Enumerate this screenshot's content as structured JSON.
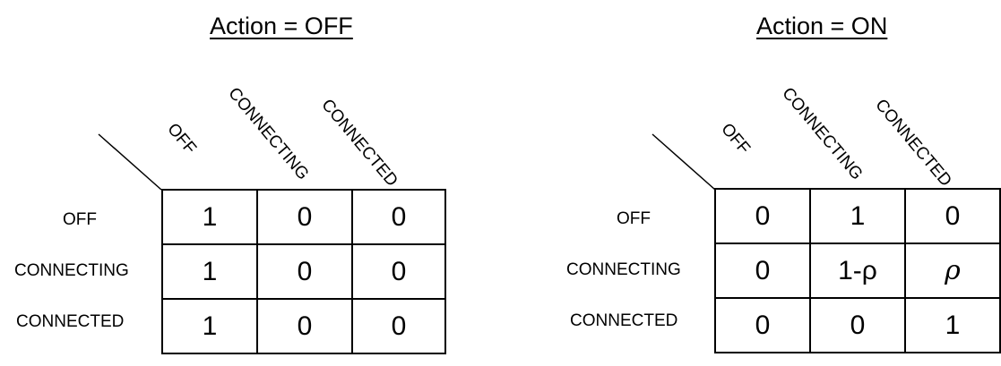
{
  "panels": [
    {
      "title": "Action = OFF",
      "columns": [
        "OFF",
        "CONNECTING",
        "CONNECTED"
      ],
      "rows": [
        "OFF",
        "CONNECTING",
        "CONNECTED"
      ],
      "cells": [
        [
          "1",
          "0",
          "0"
        ],
        [
          "1",
          "0",
          "0"
        ],
        [
          "1",
          "0",
          "0"
        ]
      ]
    },
    {
      "title": "Action = ON",
      "columns": [
        "OFF",
        "CONNECTING",
        "CONNECTED"
      ],
      "rows": [
        "OFF",
        "CONNECTING",
        "CONNECTED"
      ],
      "cells": [
        [
          "0",
          "1",
          "0"
        ],
        [
          "0",
          "1-ρ",
          "ρ"
        ],
        [
          "0",
          "0",
          "1"
        ]
      ]
    }
  ]
}
